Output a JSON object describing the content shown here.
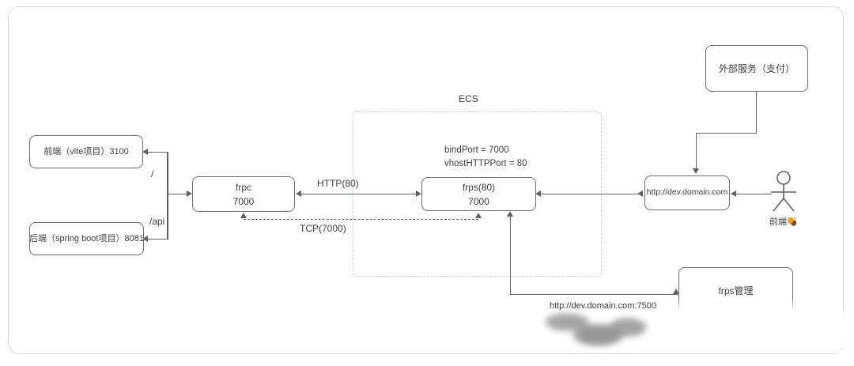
{
  "diagram": {
    "ecs": {
      "label": "ECS",
      "config_line1": "bindPort = 7000",
      "config_line2": "vhostHTTPPort = 80"
    },
    "nodes": {
      "frontend": {
        "label": "前端（vite项目）3100"
      },
      "backend": {
        "label": "后端（spring boot项目）8081"
      },
      "frpc": {
        "line1": "frpc",
        "line2": "7000"
      },
      "frps": {
        "line1": "frps(80)",
        "line2": "7000"
      },
      "http_entry": {
        "label": "http://dev.domain.com"
      },
      "external_service": {
        "label": "外部服务（支付）"
      },
      "frps_admin": {
        "label": "frps管理"
      }
    },
    "edges": {
      "route_root": "/",
      "route_api": "/api",
      "http_label": "HTTP(80)",
      "tcp_label": "TCP(7000)",
      "admin_url": "http://dev.domain.com:7500"
    },
    "person": {
      "label": "前端"
    },
    "colors": {
      "line": "#616161",
      "box_border": "#6b6b6b",
      "ecs_border": "#b7d5e9",
      "text": "#3f3f3f"
    }
  }
}
